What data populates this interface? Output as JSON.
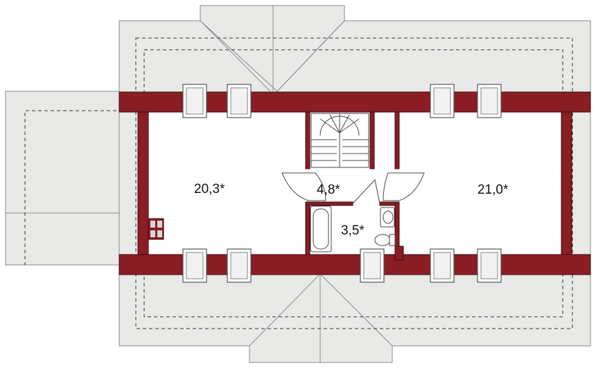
{
  "rooms": {
    "left": {
      "area": "20,3*"
    },
    "hall": {
      "area": "4,8*"
    },
    "bath": {
      "area": "3,5*"
    },
    "right": {
      "area": "21,0*"
    }
  },
  "colors": {
    "wall": "#8b1d24",
    "roof": "#e9e9e7",
    "floor": "#ffffff"
  }
}
